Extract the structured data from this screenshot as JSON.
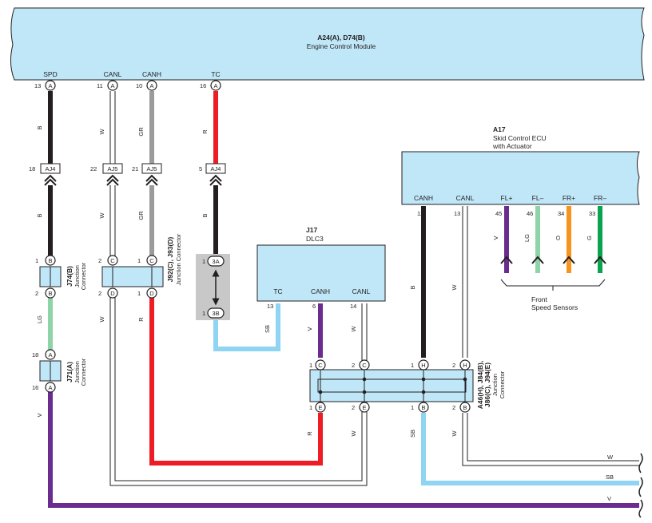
{
  "colors": {
    "component_fill": "#bfe7f8",
    "black": "#231f20",
    "red": "#ee1c25",
    "gray": "#9b9b9b",
    "white_wire": "#ffffff",
    "light_blue": "#8fd4f2",
    "light_green": "#8fd3a8",
    "violet": "#6b2c8f",
    "orange": "#f7941d",
    "green": "#0aa34f",
    "connector_shade": "#c8c8c8"
  },
  "ecm": {
    "ref": "A24(A), D74(B)",
    "name": "Engine Control Module",
    "terminals": [
      {
        "label": "SPD",
        "pin": "13",
        "conn": "A"
      },
      {
        "label": "CANL",
        "pin": "11",
        "conn": "A"
      },
      {
        "label": "CANH",
        "pin": "10",
        "conn": "A"
      },
      {
        "label": "TC",
        "pin": "16",
        "conn": "A"
      }
    ]
  },
  "skid_ecu": {
    "ref": "A17",
    "name_line1": "Skid Control ECU",
    "name_line2": "with Actuator",
    "terminals": [
      {
        "label": "CANH",
        "pin": "12"
      },
      {
        "label": "CANL",
        "pin": "13"
      },
      {
        "label": "FL+",
        "pin": "45"
      },
      {
        "label": "FL–",
        "pin": "46"
      },
      {
        "label": "FR+",
        "pin": "34"
      },
      {
        "label": "FR–",
        "pin": "33"
      }
    ],
    "sensor_wire_colors": [
      "V",
      "LG",
      "O",
      "G"
    ],
    "sensors_line1": "Front",
    "sensors_line2": "Speed Sensors"
  },
  "dlc3": {
    "ref": "J17",
    "name": "DLC3",
    "terminals": [
      {
        "label": "TC",
        "pin": "13"
      },
      {
        "label": "CANH",
        "pin": "6"
      },
      {
        "label": "CANL",
        "pin": "14"
      }
    ]
  },
  "wire_colors": {
    "spd_upper": "B",
    "spd_mid": "B",
    "spd_lg": "LG",
    "spd_v": "V",
    "canl_upper": "W",
    "canl_mid": "W",
    "canl_lower": "W",
    "canh_upper": "GR",
    "canh_mid": "GR",
    "canh_lower": "R",
    "tc_upper": "R",
    "tc_mid": "B",
    "tc_sb": "SB",
    "dlc_canh": "V",
    "dlc_canl": "W",
    "ecu_canh": "B",
    "ecu_canl": "W",
    "jc_e": "R",
    "jc_e2": "W",
    "jc_b": "SB",
    "jc_b2": "W",
    "out_w": "W",
    "out_sb": "SB",
    "out_v": "V"
  },
  "inline_connectors": {
    "spd": {
      "pin": "18",
      "name": "AJ4"
    },
    "canl": {
      "pin": "22",
      "name": "AJ5"
    },
    "canh": {
      "pin": "21",
      "name": "AJ5"
    },
    "tc": {
      "pin": "5",
      "name": "AJ4"
    }
  },
  "j74": {
    "ref": "J74(B)",
    "line1": "Junction",
    "line2": "Connector",
    "top_pin": "1",
    "top_conn": "B",
    "bot_pin": "2",
    "bot_conn": "B"
  },
  "j71": {
    "ref": "J71(A)",
    "line1": "Junction",
    "line2": "Connector",
    "top_pin": "18",
    "top_conn": "A",
    "bot_pin": "16",
    "bot_conn": "A"
  },
  "j92": {
    "ref": "J92(C), J93(D)",
    "name": "Junction Connector",
    "pins": [
      {
        "pin": "2",
        "conn": "C"
      },
      {
        "pin": "1",
        "conn": "C"
      },
      {
        "pin": "2",
        "conn": "D"
      },
      {
        "pin": "1",
        "conn": "D"
      }
    ]
  },
  "short_pin": {
    "top_pin": "1",
    "top_conn": "3A",
    "bot_pin": "1",
    "bot_conn": "3B"
  },
  "jc_right": {
    "ref_line1": "A46(H), J84(B),",
    "ref_line2": "J86(C), J94(E)",
    "line3": "Junction",
    "line4": "Connector",
    "top_pins": [
      {
        "pin": "1",
        "conn": "C"
      },
      {
        "pin": "2",
        "conn": "C"
      },
      {
        "pin": "1",
        "conn": "H"
      },
      {
        "pin": "2",
        "conn": "H"
      }
    ],
    "bottom_pins": [
      {
        "pin": "1",
        "conn": "E"
      },
      {
        "pin": "2",
        "conn": "E"
      },
      {
        "pin": "1",
        "conn": "B"
      },
      {
        "pin": "2",
        "conn": "B"
      }
    ]
  }
}
